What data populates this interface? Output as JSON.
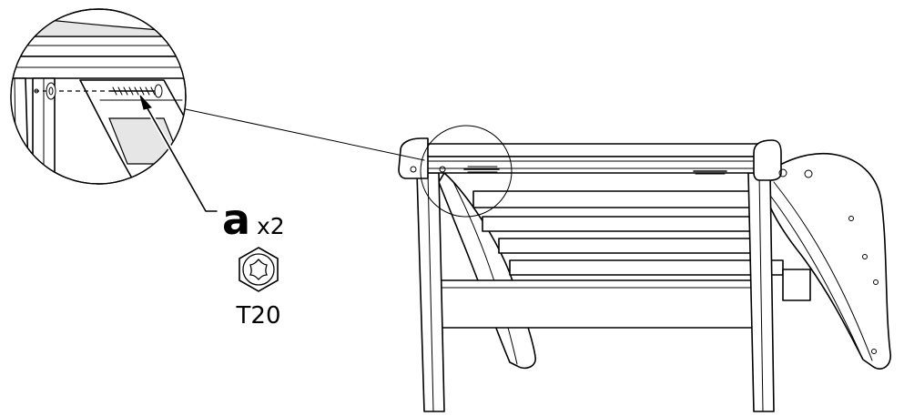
{
  "callout": {
    "part_letter": "a",
    "quantity": "x2",
    "tool_label": "T20",
    "tool_icon": "torx-bit-icon"
  },
  "colors": {
    "line": "#000000",
    "background": "#ffffff",
    "shade": "#e6e6e6"
  }
}
